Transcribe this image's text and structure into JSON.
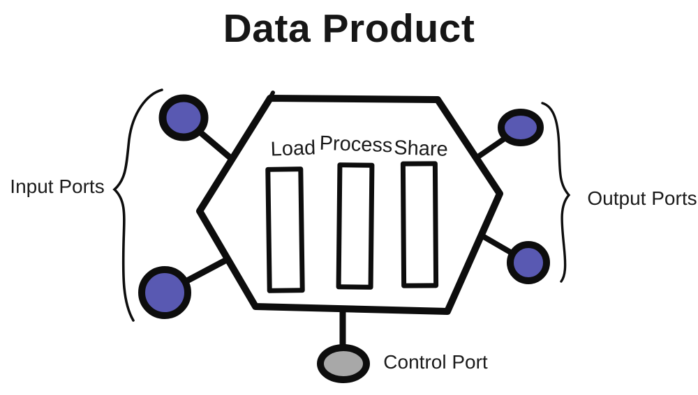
{
  "title": "Data Product",
  "hexagon": {
    "stages": [
      {
        "label": "Load"
      },
      {
        "label": "Process"
      },
      {
        "label": "Share"
      }
    ]
  },
  "ports": {
    "input": {
      "label": "Input Ports",
      "count": 2,
      "fill": "#5959B2"
    },
    "output": {
      "label": "Output Ports",
      "count": 2,
      "fill": "#5959B2"
    },
    "control": {
      "label": "Control Port",
      "count": 1,
      "fill": "#A8A8A8"
    }
  },
  "colors": {
    "ink": "#0D0D0D",
    "port_purple": "#5959B2",
    "control_gray": "#A8A8A8",
    "background": "#FFFFFF"
  }
}
